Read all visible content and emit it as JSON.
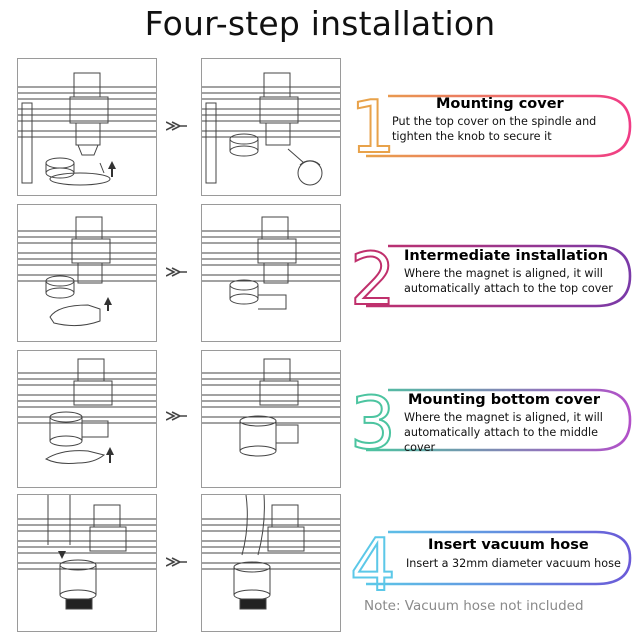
{
  "title": "Four-step installation",
  "steps": [
    {
      "number": "1",
      "heading": "Mounting cover",
      "description": "Put the top cover on the spindle and tighten the knob to secure it",
      "color_start": "#e8a24a",
      "color_end": "#f03c86"
    },
    {
      "number": "2",
      "heading": "Intermediate installation",
      "description": "Where the magnet is aligned, it will automatically attach to the top cover",
      "color_start": "#c0306c",
      "color_end": "#7a3aa8"
    },
    {
      "number": "3",
      "heading": "Mounting bottom cover",
      "description": "Where the magnet is aligned, it will automatically attach to the middle cover",
      "color_start": "#4cc4a0",
      "color_end": "#b250c8"
    },
    {
      "number": "4",
      "heading": "Insert vacuum hose",
      "description": "Insert a 32mm diameter vacuum hose",
      "color_start": "#5cc8e8",
      "color_end": "#6a5ad8"
    }
  ],
  "note": "Note: Vacuum hose not included",
  "colors": {
    "frame_border": "#9a9a9a",
    "line_art": "#444444",
    "note_text": "#8a8a8a",
    "title_text": "#111111"
  },
  "icons": [
    "move-up-arrow-icon",
    "right-chevron-arrow-icon",
    "knob-rotate-icon"
  ]
}
